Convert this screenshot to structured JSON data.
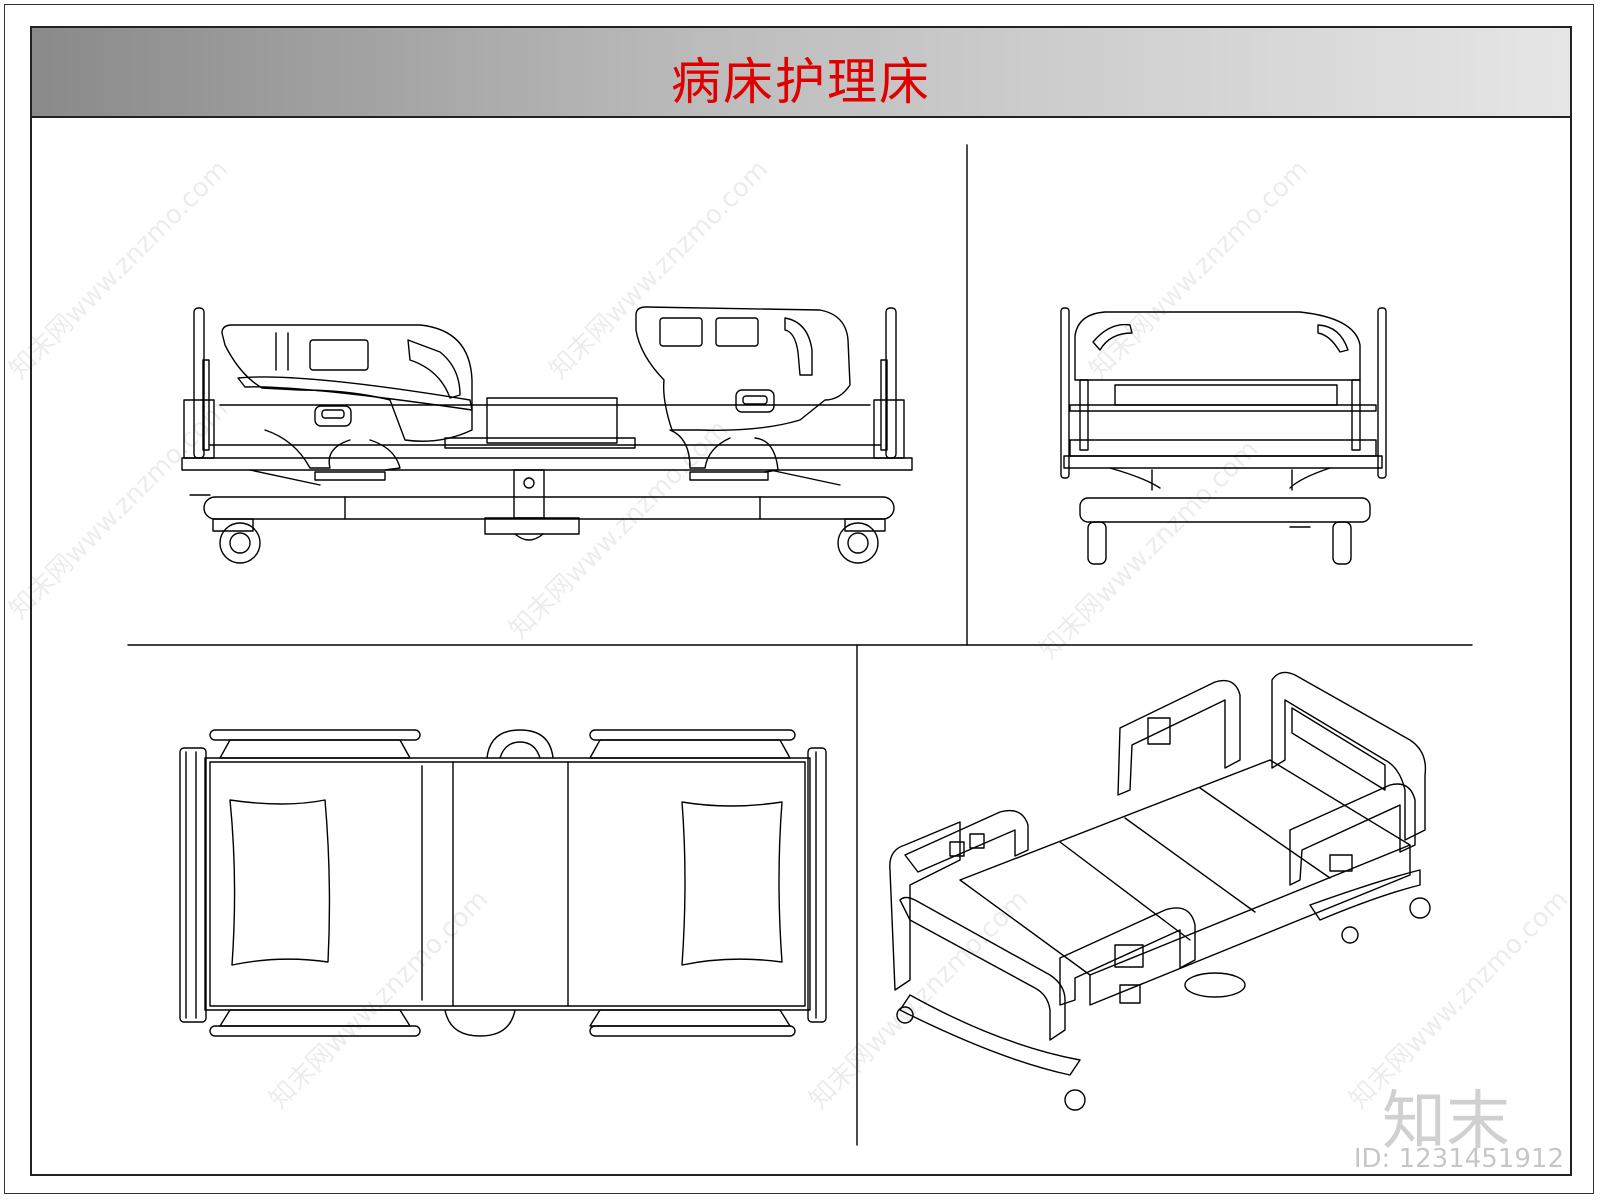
{
  "title": "病床护理床",
  "watermark": {
    "site": "知末网www.znzmo.com",
    "logo": "知末",
    "id": "ID: 1231451912"
  },
  "views": {
    "side": "side-elevation",
    "end": "end-elevation",
    "top": "plan-view",
    "iso": "isometric-view"
  },
  "colors": {
    "title": "#e00000",
    "line": "#000000"
  }
}
